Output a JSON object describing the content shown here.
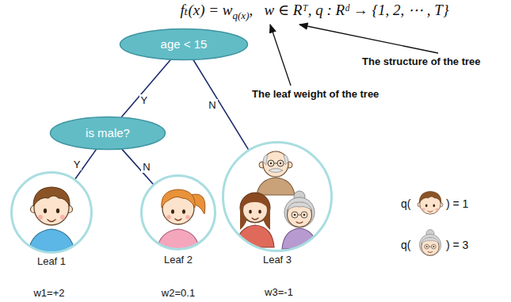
{
  "diagram": {
    "nodes": [
      {
        "text": [
          "age < 15"
        ]
      },
      {
        "text": [
          "is male?"
        ]
      },
      {
        "text": [
          "Leaf 1"
        ]
      },
      {
        "text": [
          "Leaf 2"
        ]
      },
      {
        "text": [
          "Leaf 3"
        ]
      }
    ],
    "edges": [
      {
        "from": 0,
        "to": 1,
        "label": "Y",
        "arrow": "none"
      },
      {
        "from": 0,
        "to": 4,
        "label": "N",
        "arrow": "none"
      },
      {
        "from": 1,
        "to": 2,
        "label": "Y",
        "arrow": "none"
      },
      {
        "from": 1,
        "to": 3,
        "label": "N",
        "arrow": "none"
      }
    ],
    "labels": [
      "fₜ(x) = w",
      "q(x)",
      ",   w ∈ Rᵀ, q : Rᵈ → {1, 2, ⋯ , T}",
      "The structure of the tree",
      "The leaf weight of the tree",
      "w1=+2",
      "w2=0.1",
      "w3=-1",
      "q(",
      ") = 1",
      "q(",
      ") = 3"
    ]
  }
}
